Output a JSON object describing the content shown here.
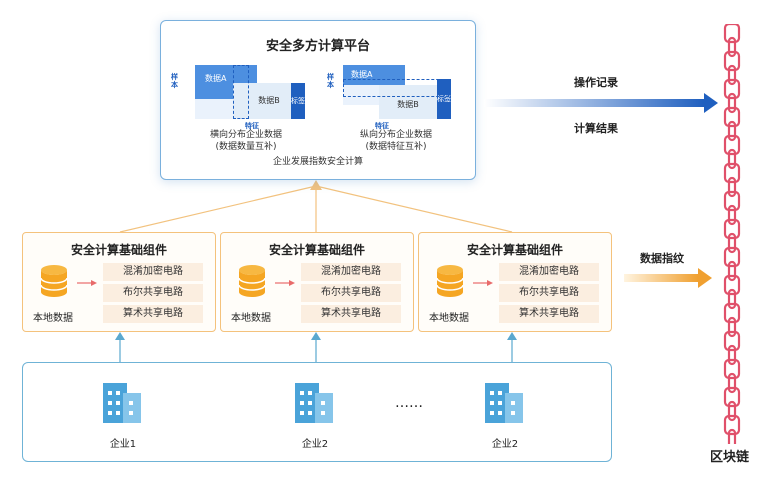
{
  "platform": {
    "title": "安全多方计算平台",
    "left": {
      "side_label": "样本",
      "data_a": "数据A",
      "data_b": "数据B",
      "tag": "标签",
      "feature": "特征",
      "caption_line1": "横向分布企业数据",
      "caption_line2": "(数据数量互补)"
    },
    "right": {
      "side_label": "样本",
      "data_a": "数据A",
      "data_b": "数据B",
      "tag": "标签",
      "feature": "特征",
      "caption_line1": "纵向分布企业数据",
      "caption_line2": "(数据特征互补)"
    },
    "bottom": "企业发展指数安全计算"
  },
  "arrows": {
    "top_above": "操作记录",
    "top_below": "计算结果",
    "middle": "数据指纹"
  },
  "components": [
    {
      "title": "安全计算基础组件",
      "items": [
        "混淆加密电路",
        "布尔共享电路",
        "算术共享电路"
      ],
      "local": "本地数据"
    },
    {
      "title": "安全计算基础组件",
      "items": [
        "混淆加密电路",
        "布尔共享电路",
        "算术共享电路"
      ],
      "local": "本地数据"
    },
    {
      "title": "安全计算基础组件",
      "items": [
        "混淆加密电路",
        "布尔共享电路",
        "算术共享电路"
      ],
      "local": "本地数据"
    }
  ],
  "enterprises": [
    "企业1",
    "企业2",
    "企业2"
  ],
  "ellipsis": "……",
  "blockchain": {
    "label": "区块链"
  },
  "colors": {
    "blue": "#1f5fbf",
    "orange": "#f0a030",
    "chain": "#e0506a"
  }
}
